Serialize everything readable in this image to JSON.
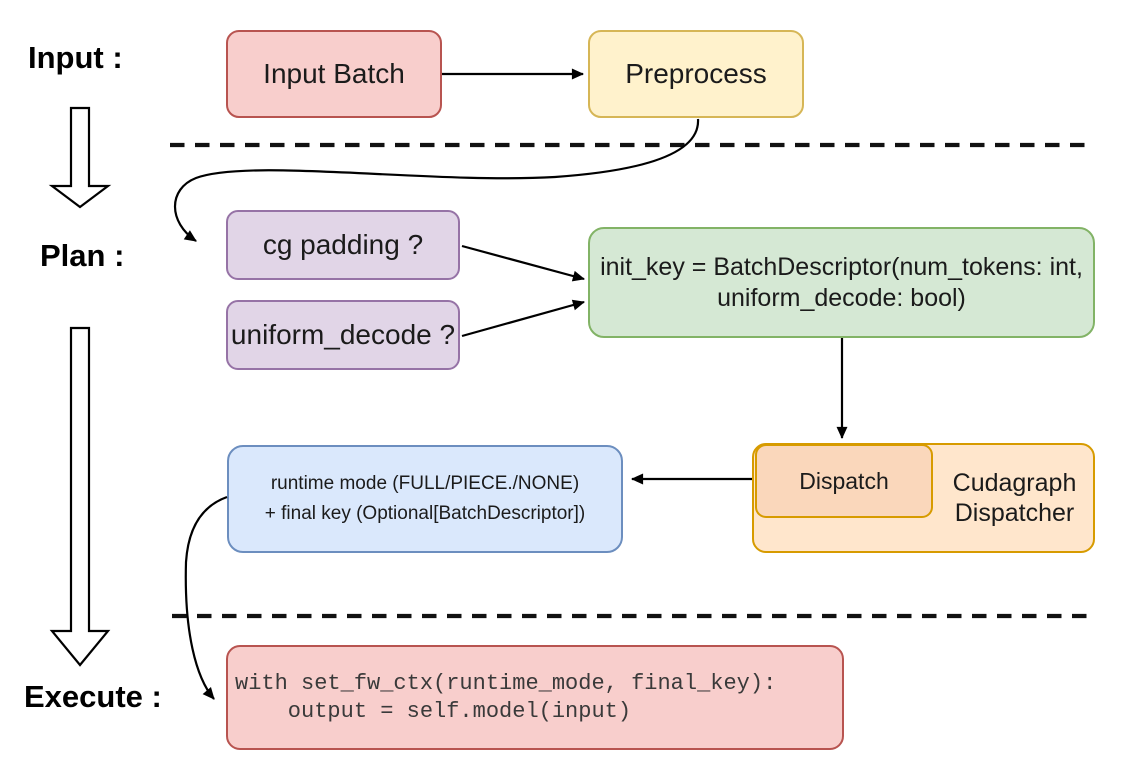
{
  "diagram": {
    "stages": {
      "input": {
        "label": "Input :"
      },
      "plan": {
        "label": "Plan :"
      },
      "execute": {
        "label": "Execute :"
      }
    },
    "nodes": {
      "input_batch": {
        "label": "Input Batch",
        "fill": "#f8cecc",
        "border": "#b85450"
      },
      "preprocess": {
        "label": "Preprocess",
        "fill": "#fff2cc",
        "border": "#d6b656"
      },
      "cg_padding": {
        "label": "cg padding ?",
        "fill": "#e1d5e7",
        "border": "#9673a6"
      },
      "uniform_decode": {
        "label": "uniform_decode ?",
        "fill": "#e1d5e7",
        "border": "#9673a6"
      },
      "init_key": {
        "line1": "init_key = BatchDescriptor(num_tokens: int,",
        "line2": "uniform_decode: bool)",
        "fill": "#d5e8d4",
        "border": "#82b366"
      },
      "runtime_mode": {
        "line1": "runtime mode (FULL/PIECE./NONE)",
        "line2": "+ final key (Optional[BatchDescriptor])",
        "fill": "#dae8fc",
        "border": "#6c8ebf"
      },
      "dispatch": {
        "label": "Dispatch",
        "fill": "#fad7bb",
        "border": "#d79b00"
      },
      "cudagraph_dispatcher": {
        "label": "Cudagraph Dispatcher",
        "fill": "#ffe6cc",
        "border": "#d79b00"
      },
      "execute_code": {
        "line1": "with set_fw_ctx(runtime_mode, final_key):",
        "line2": "    output = self.model(input)",
        "fill": "#f8cecc",
        "border": "#b85450"
      }
    },
    "edges": [
      {
        "from": "input_batch",
        "to": "preprocess",
        "style": "straight"
      },
      {
        "from": "preprocess",
        "to": "cg_padding",
        "style": "curved"
      },
      {
        "from": "cg_padding",
        "to": "init_key",
        "style": "straight"
      },
      {
        "from": "uniform_decode",
        "to": "init_key",
        "style": "straight"
      },
      {
        "from": "init_key",
        "to": "dispatch",
        "style": "straight"
      },
      {
        "from": "dispatch",
        "to": "runtime_mode",
        "style": "straight"
      },
      {
        "from": "runtime_mode",
        "to": "execute_code",
        "style": "curved"
      },
      {
        "from": "stage_input",
        "to": "stage_plan",
        "style": "hollow-arrow"
      },
      {
        "from": "stage_plan",
        "to": "stage_execute",
        "style": "hollow-arrow"
      }
    ],
    "separators": [
      {
        "name": "input-plan-divider",
        "style": "dashed"
      },
      {
        "name": "plan-execute-divider",
        "style": "dashed"
      }
    ],
    "palette": {
      "arrow_color": "#000000",
      "divider_color": "#111111",
      "text_color": "#1b1b1b",
      "code_text_color": "#3a3a3a",
      "background": "#ffffff"
    }
  }
}
